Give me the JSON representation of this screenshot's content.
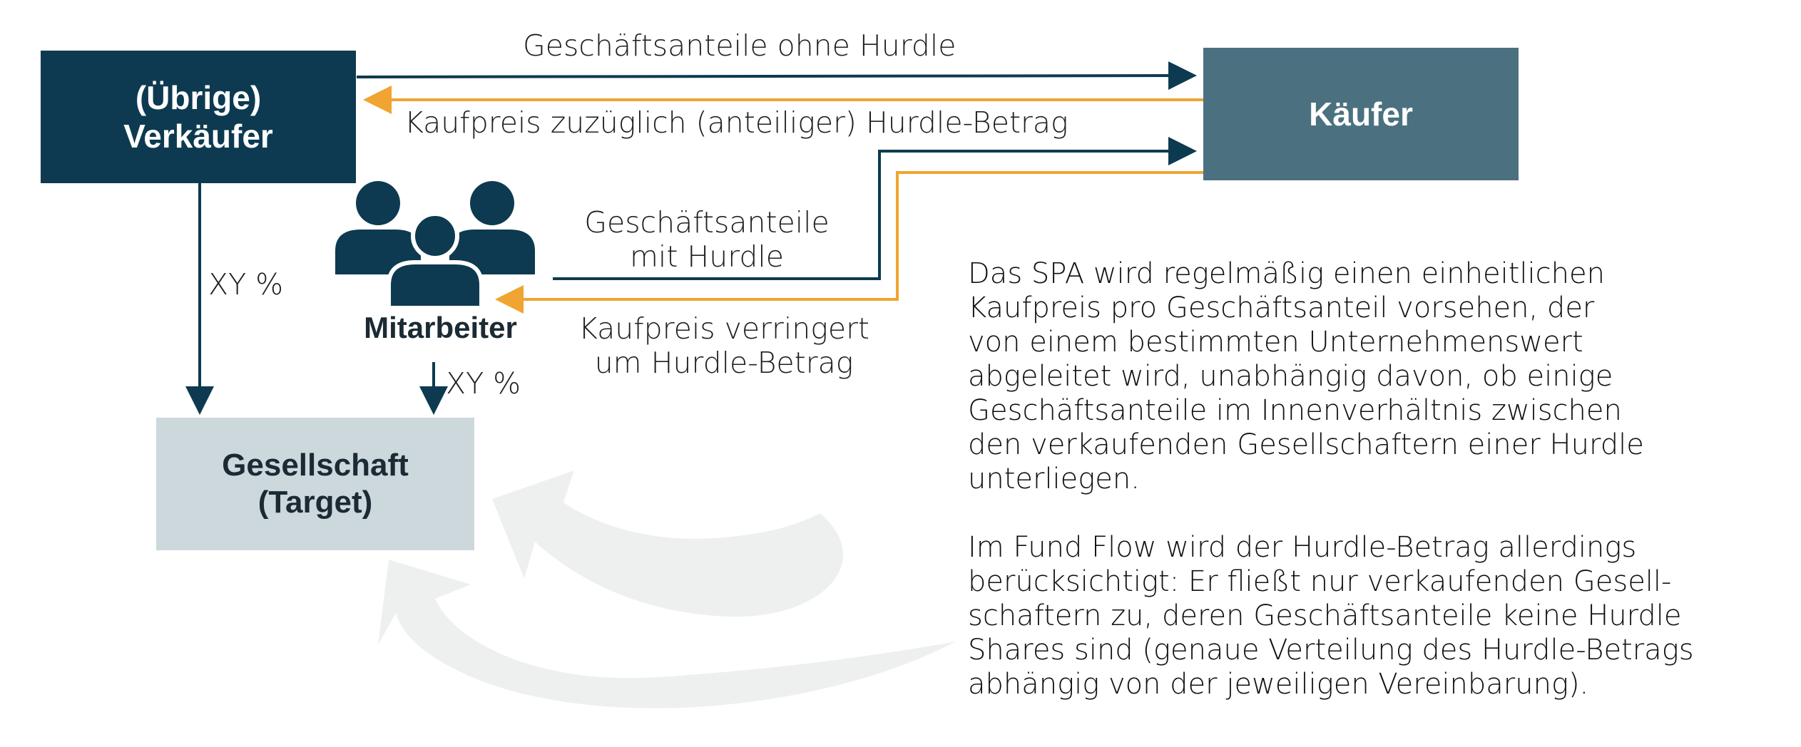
{
  "boxes": {
    "seller": "(Übrige)\nVerkäufer",
    "buyer": "Käufer",
    "target": "Gesellschaft\n(Target)"
  },
  "flows": {
    "shares_without_hurdle": "Geschäftsanteile ohne Hurdle",
    "price_plus_hurdle": "Kaufpreis zuzüglich (anteiliger) Hurdle-Betrag",
    "shares_with_hurdle": "Geschäftsanteile\nmit Hurdle",
    "price_minus_hurdle": "Kaufpreis verringert\num Hurdle-Betrag",
    "seller_stake": "XY %",
    "employee_stake": "XY %"
  },
  "employees": {
    "label": "Mitarbeiter",
    "icon": "people-group-icon"
  },
  "explanation": {
    "paragraph_1": "Das SPA wird regelmäßig einen einheitlichen\nKaufpreis pro Geschäftsanteil vorsehen, der\nvon einem bestimmten Unternehmenswert\nabgeleitet wird, unabhängig davon, ob einige\nGeschäftsanteile im Innenverhältnis zwischen\nden verkaufenden Gesellschaftern einer Hurdle\nunterliegen.",
    "paragraph_2": "Im Fund Flow wird der Hurdle-Betrag allerdings\nberücksichtigt: Er fließt nur verkaufenden Gesell-\nschaftern zu, deren Geschäftsanteile keine Hurdle\nShares sind (genaue Verteilung des Hurdle-Betrags\nabhängig von der jeweiligen Vereinbarung)."
  },
  "colors": {
    "navy": "#0d3a50",
    "slate": "#4b7180",
    "light_gray_blue": "#cdd8dd",
    "orange": "#f0a431",
    "watermark_gray": "#f0f1f1"
  }
}
